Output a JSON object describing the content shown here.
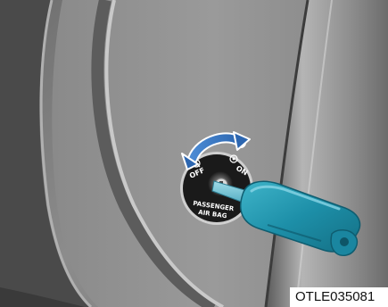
{
  "switch_labels": {
    "off": "OFF",
    "on": "ON",
    "line1": "PASSENGER",
    "line2": "AIR BAG"
  },
  "figure_code": "OTLE035081",
  "colors": {
    "arrow": "#3a78c4",
    "key_head": "#1d8fa8",
    "switch_face": "#1a1a1a",
    "panel": "#8a8a8a"
  },
  "icons": [
    "rotate-arrow-icon",
    "airbag-off-icon",
    "airbag-on-icon"
  ]
}
